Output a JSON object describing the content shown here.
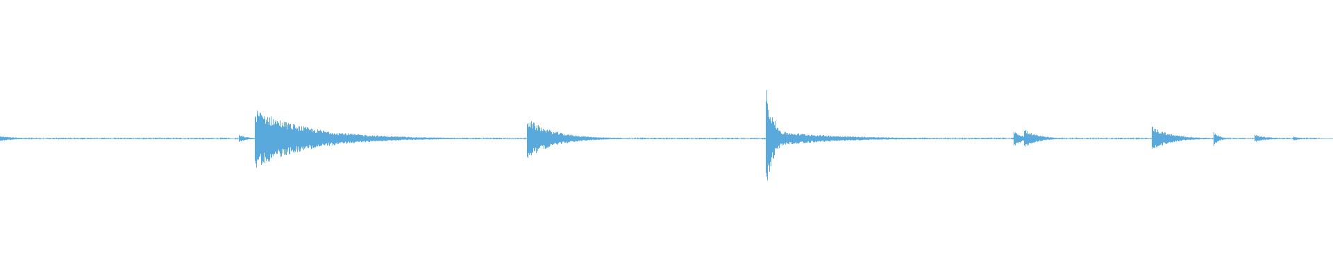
{
  "waveform": {
    "color": "#5aa9dd",
    "duration_fraction_range": [
      0,
      1
    ],
    "baseline_level": 0.5,
    "peak_scale": 1.0,
    "bursts": [
      {
        "t": 0.0,
        "amp": 0.01,
        "decay": 0.012
      },
      {
        "t": 0.179,
        "amp": 0.014,
        "decay": 0.006
      },
      {
        "t": 0.191,
        "amp": 0.11,
        "decay": 0.04
      },
      {
        "t": 0.395,
        "amp": 0.075,
        "decay": 0.02
      },
      {
        "t": 0.574,
        "amp": 0.21,
        "decay": 0.006
      },
      {
        "t": 0.578,
        "amp": 0.03,
        "decay": 0.045
      },
      {
        "t": 0.76,
        "amp": 0.035,
        "decay": 0.006
      },
      {
        "t": 0.768,
        "amp": 0.035,
        "decay": 0.01
      },
      {
        "t": 0.864,
        "amp": 0.045,
        "decay": 0.014
      },
      {
        "t": 0.91,
        "amp": 0.03,
        "decay": 0.004
      },
      {
        "t": 0.941,
        "amp": 0.014,
        "decay": 0.01
      },
      {
        "t": 0.97,
        "amp": 0.008,
        "decay": 0.006
      }
    ],
    "segments_with_noise": [
      [
        0.0,
        0.172
      ],
      [
        0.176,
        0.237
      ],
      [
        0.246,
        0.395
      ],
      [
        0.395,
        0.425
      ],
      [
        0.425,
        0.54
      ],
      [
        0.54,
        0.76
      ],
      [
        0.76,
        0.86
      ],
      [
        0.86,
        0.99
      ]
    ],
    "noise_amp": 0.003
  }
}
